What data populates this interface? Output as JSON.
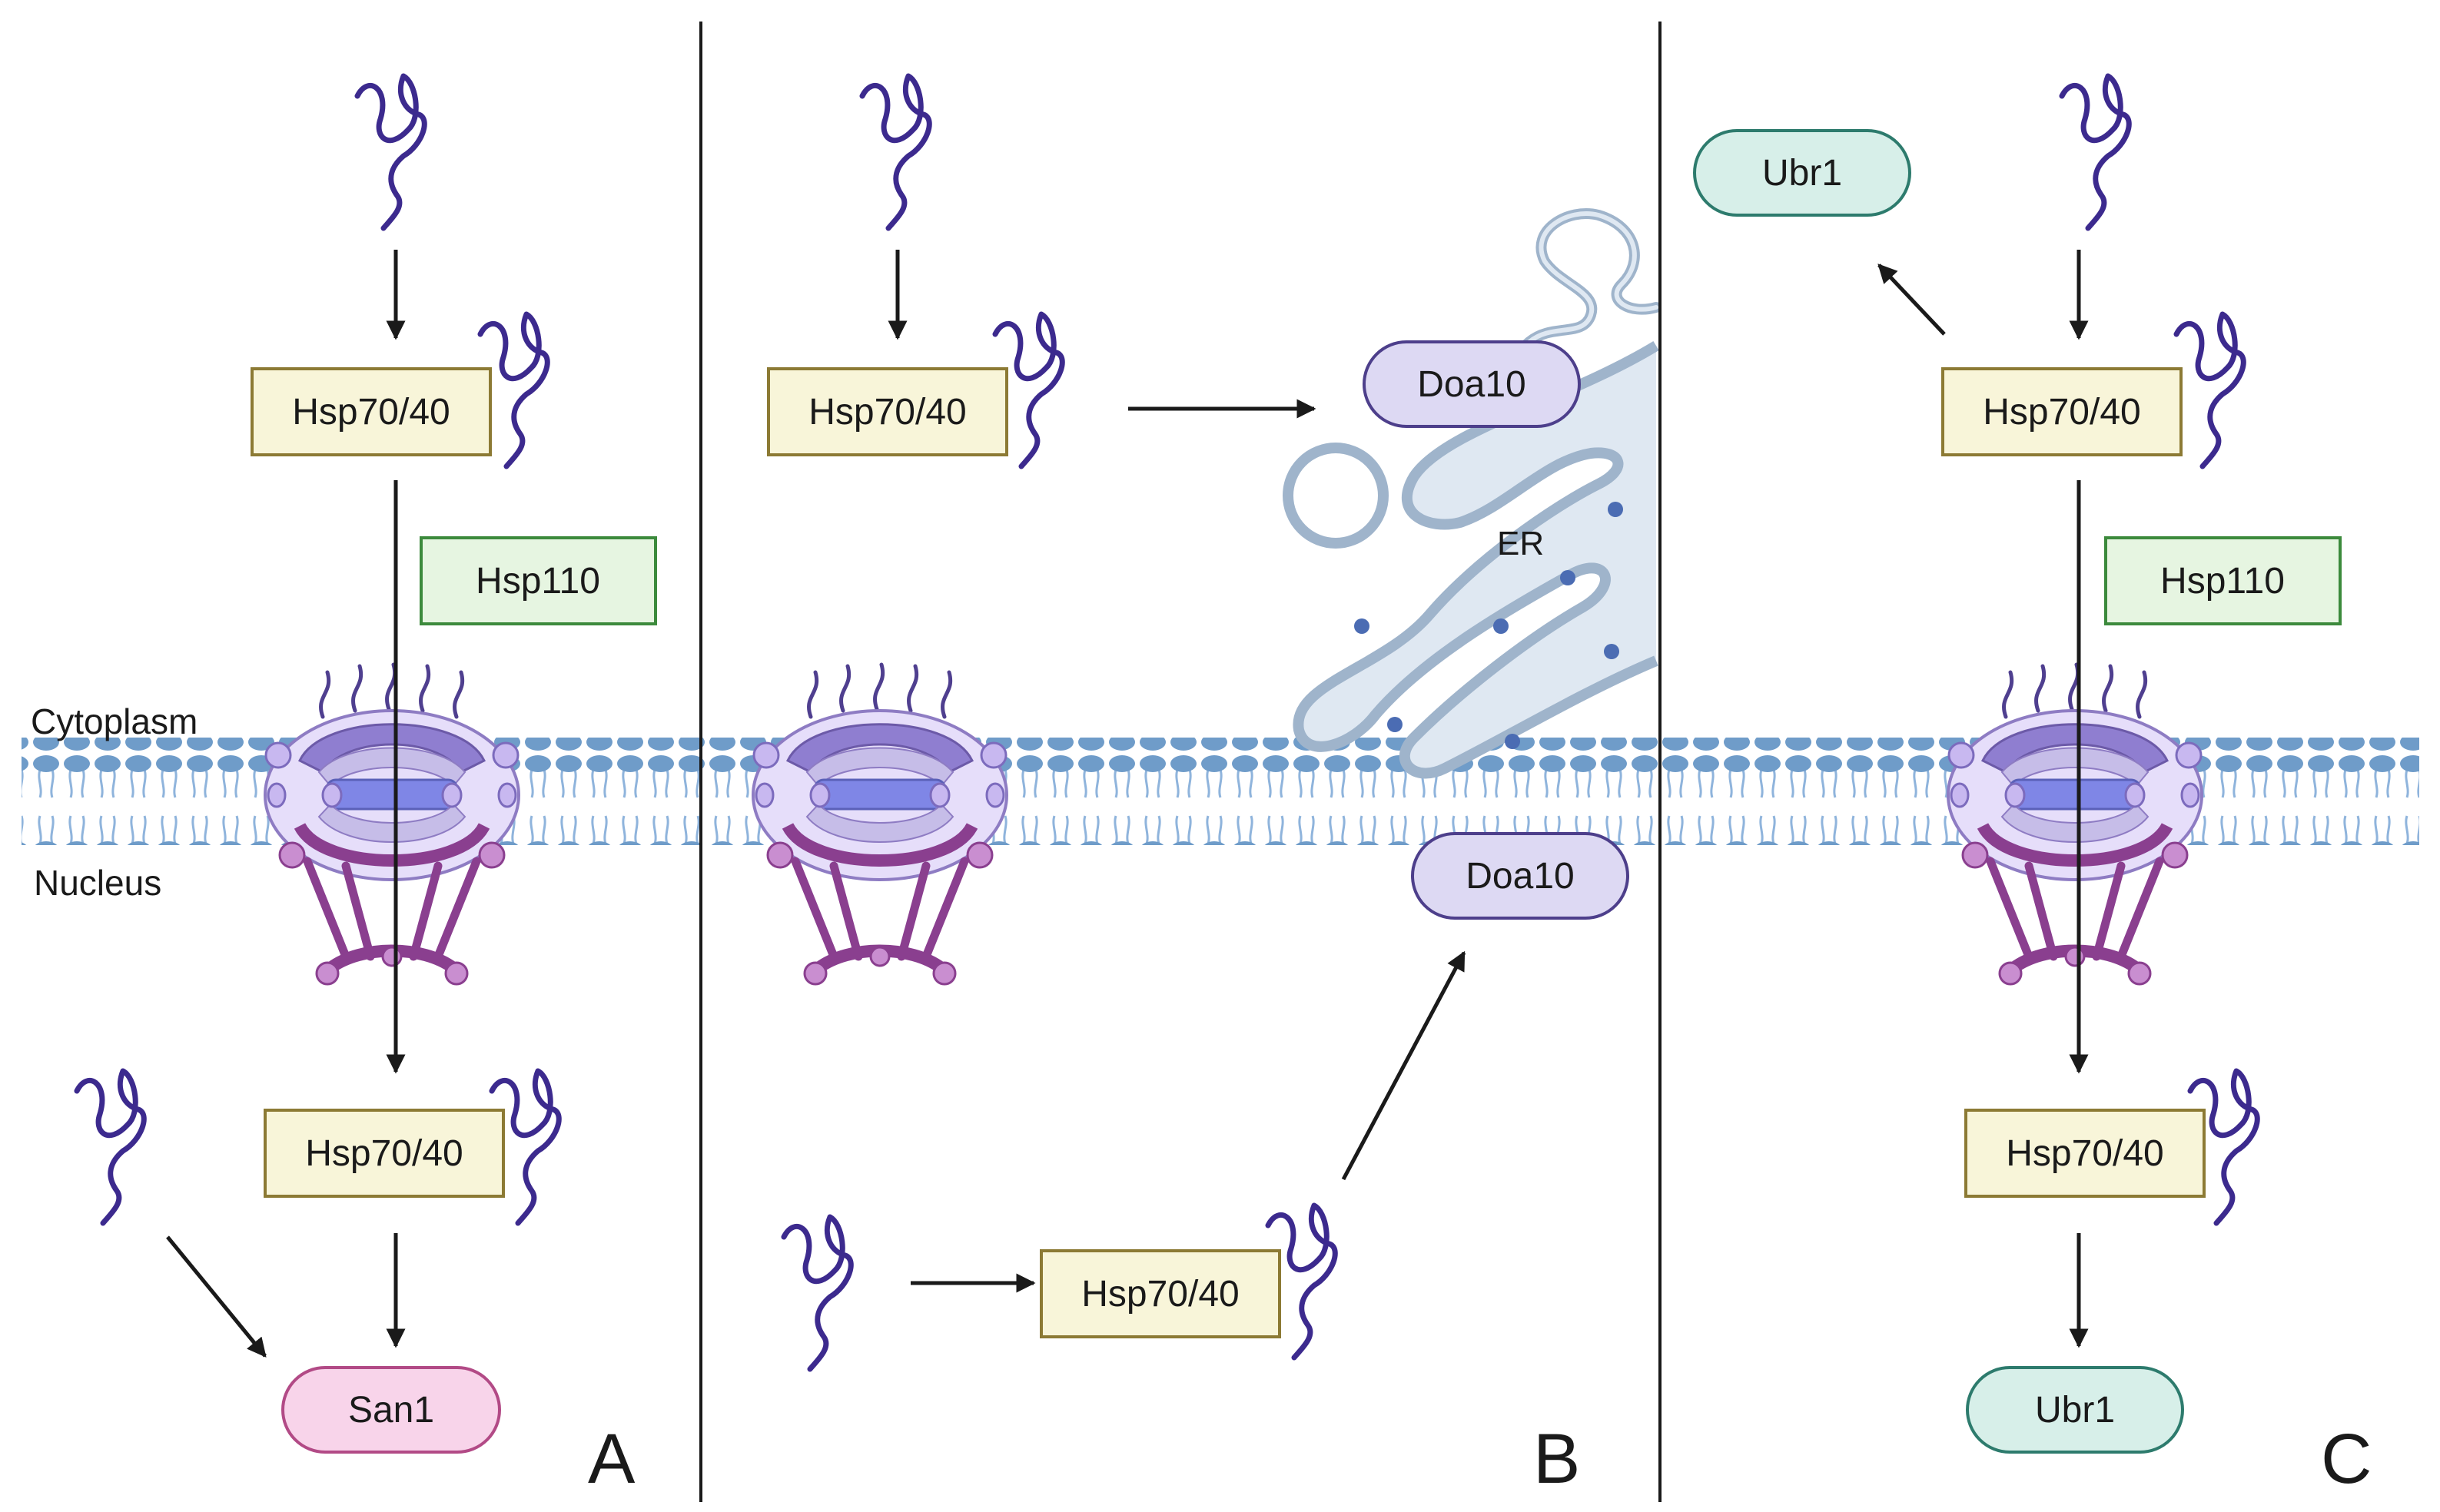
{
  "labels": {
    "cytoplasm": "Cytoplasm",
    "nucleus": "Nucleus",
    "er": "ER",
    "panel_a": "A",
    "panel_b": "B",
    "panel_c": "C"
  },
  "boxes": {
    "hsp70_40": "Hsp70/40",
    "hsp110": "Hsp110"
  },
  "ligases": {
    "san1": "San1",
    "doa10": "Doa10",
    "ubr1": "Ubr1"
  },
  "colors": {
    "hsp70_fill": "#f8f5d9",
    "hsp70_stroke": "#8c7a34",
    "hsp110_fill": "#e6f5e1",
    "hsp110_stroke": "#3c8a3c",
    "san1_fill": "#f8d4ea",
    "san1_stroke": "#b24a86",
    "doa10_fill": "#ddd9f3",
    "doa10_stroke": "#4d3f8b",
    "ubr1_fill": "#d7efe9",
    "ubr1_stroke": "#2d7b6d",
    "protein": "#3c2a8e",
    "membrane": "#6f9cc9",
    "er_fill": "#dfe8f2",
    "er_stroke": "#9fb4cb"
  }
}
